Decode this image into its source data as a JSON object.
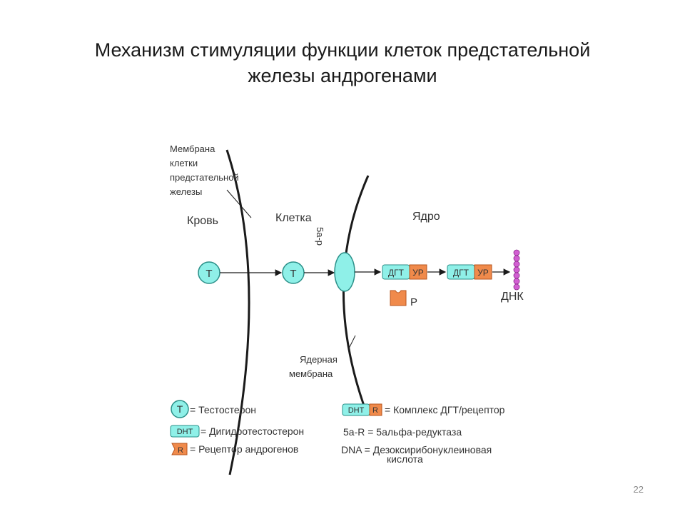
{
  "slide": {
    "title_line1": "Механизм стимуляции функции клеток предстательной",
    "title_line2": "железы андрогенами",
    "page_number": "22"
  },
  "diagram": {
    "membrane_label": [
      "Мембрана",
      "клетки",
      "предстательной",
      "железы"
    ],
    "blood_label": "Кровь",
    "cell_label": "Клетка",
    "nucleus_label": "Ядро",
    "enzyme_label": "5a-р",
    "testosterone_symbol": "Т",
    "dht_abbr": "ДГТ",
    "receptor_abbr": "УР",
    "receptor_free_label": "Р",
    "dna_label": "ДНК",
    "nuclear_membrane_label": [
      "Ядерная",
      "мембрана"
    ]
  },
  "legend": {
    "t_symbol": "Т",
    "t_text": "= Тестостерон",
    "dht_symbol": "DHT",
    "dht_text": "= Дигидротестостерон",
    "r_symbol": "R",
    "r_text": "= Рецептор андрогенов",
    "complex_dht": "DHT",
    "complex_r": "R",
    "complex_text": "= Комплекс ДГТ/рецептор",
    "enzyme_text": "5a-R = 5альфа-редуктаза",
    "dna_text_line1": "DNA = Дезоксирибонуклеиновая",
    "dna_text_line2": "кислота"
  },
  "colors": {
    "cyan": "#8ff0e8",
    "cyan_stroke": "#2a8f88",
    "orange": "#f08a4b",
    "orange_stroke": "#b8551e",
    "dna_pink": "#d25fd2",
    "line": "#1a1a1a"
  }
}
